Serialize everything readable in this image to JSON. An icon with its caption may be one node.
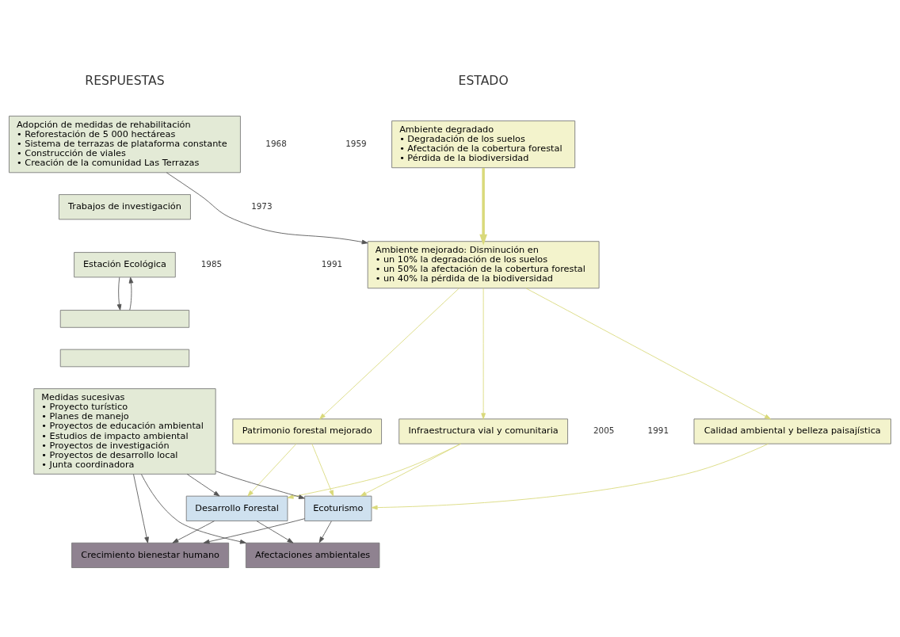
{
  "diagram": {
    "nodes": [
      {
        "text": [
          "Ambiente degradado",
          "• Degradación de los suelos",
          "• Afectación de la cobertura forestal",
          "• Pérdida de la biodiversidad"
        ]
      },
      {
        "text": [
          "Ambiente mejorado: Disminución en",
          "• un 10% la degradación de los suelos",
          "• un 50% la afectación de la cobertura forestal",
          "• un 40% la pérdida de la biodiversidad"
        ]
      },
      {
        "text": [
          "Patrimonio forestal mejorado"
        ]
      },
      {
        "text": [
          "Infraestructura vial y comunitaria"
        ]
      },
      {
        "text": [
          "Calidad ambiental y belleza paisajística"
        ]
      },
      {
        "text": [
          "Desarrollo Forestal"
        ]
      },
      {
        "text": [
          "Ecoturismo"
        ]
      },
      {
        "text": [
          "Crecimiento bienestar humano"
        ]
      },
      {
        "text": [
          "Afectaciones ambientales"
        ]
      },
      {
        "text": [
          "Adopción de medidas de rehabilitación",
          "• Reforestación de 5 000 hectáreas",
          "• Sistema de terrazas de plataforma constante",
          "• Construcción de viales",
          "• Creación de la comunidad Las Terrazas"
        ]
      },
      {
        "text": [
          "Trabajos de investigación"
        ]
      },
      {
        "text": [
          "Estación Ecológica"
        ]
      },
      {
        "text": [],
        "shape": "box"
      },
      {
        "text": [],
        "shape": "box"
      },
      {
        "text": [
          "Medidas sucesivas",
          "• Proyecto turístico",
          "• Planes de manejo",
          "• Proyectos de educación ambiental",
          "• Estudios de impacto ambiental",
          "• Proyectos de investigación",
          "• Proyectos de desarrollo local",
          "• Junta coordinadora"
        ]
      }
    ],
    "edges": [
      {
        "from": 0,
        "to": 1,
        "arrow": "to",
        "style": "thick",
        "color": "#d9d97a"
      },
      {
        "from": 9,
        "to": 1,
        "arrow": "to"
      },
      {
        "from": 1,
        "to": 2,
        "arrow": "to",
        "color": "#d9d97a"
      },
      {
        "from": 1,
        "to": 3,
        "arrow": "to",
        "color": "#d9d97a"
      },
      {
        "from": 1,
        "to": 4,
        "arrow": "to",
        "color": "#d9d97a"
      },
      {
        "from": 2,
        "to": 5,
        "arrow": "to",
        "color": "#d9d97a"
      },
      {
        "from": 3,
        "to": 5,
        "arrow": "to",
        "color": "#d9d97a"
      },
      {
        "from": 2,
        "to": 6,
        "arrow": "to",
        "color": "#d9d97a"
      },
      {
        "from": 3,
        "to": 6,
        "arrow": "to",
        "color": "#d9d97a"
      },
      {
        "from": 4,
        "to": 6,
        "arrow": "to",
        "color": "#d9d97a"
      },
      {
        "from": 5,
        "to": 7,
        "arrow": "to"
      },
      {
        "from": 5,
        "to": 8,
        "arrow": "to"
      },
      {
        "from": 6,
        "to": 7,
        "arrow": "to"
      },
      {
        "from": 6,
        "to": 8,
        "arrow": "to"
      },
      {
        "from": 11,
        "to": 12,
        "arrow": "to"
      },
      {
        "from": 12,
        "to": 11,
        "arrow": "to"
      },
      {
        "from": 14,
        "to": 6,
        "arrow": "to"
      },
      {
        "from": 14,
        "to": 8,
        "arrow": "to"
      },
      {
        "from": 14,
        "to": 7,
        "arrow": "to"
      },
      {
        "from": 14,
        "to": 5,
        "arrow": "to"
      }
    ],
    "labels": [
      "ESTADO",
      "RESPUESTAS",
      "1959",
      "1968",
      "1991",
      "1973",
      "1985",
      "1991",
      "2005"
    ]
  }
}
